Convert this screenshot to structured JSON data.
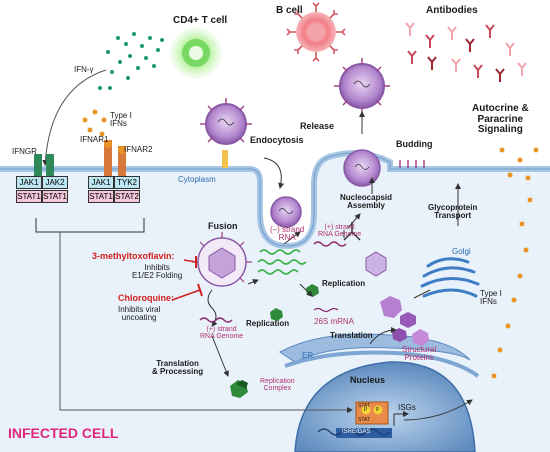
{
  "cells": {
    "t_cell": "CD4+ T cell",
    "b_cell": "B cell",
    "antibodies": "Antibodies",
    "infected_cell": "INFECTED CELL"
  },
  "signals": {
    "ifn_gamma": "IFN-γ",
    "type1_ifns": "Type I\nIFNs",
    "type1_ifns_right": "Type I\nIFNs",
    "autocrine": "Autocrine &\nParacrine\nSignaling"
  },
  "receptors": {
    "ifngr": "IFNGR",
    "ifnar1": "IFNAR1",
    "ifnar2": "IFNAR2",
    "jak1_a": "JAK1",
    "jak2": "JAK2",
    "stat1_a": "STAT1",
    "stat1_b": "STAT1",
    "jak1_b": "JAK1",
    "tyk2": "TYK2",
    "stat1_c": "STAT1",
    "stat2": "STAT2"
  },
  "compartments": {
    "cytoplasm": "Cytoplasm",
    "er": "ER",
    "nucleus": "Nucleus",
    "golgi": "Golgi"
  },
  "steps": {
    "release": "Release",
    "endocytosis": "Endocytosis",
    "budding": "Budding",
    "fusion": "Fusion",
    "nucleocapsid": "Nucleocapsid\nAssembly",
    "glycoprotein": "Glycoprotein\nTransport",
    "replication_top": "Replication",
    "replication_mid": "Replication",
    "translation": "Translation",
    "translation_processing": "Translation\n& Processing"
  },
  "rna": {
    "minus_strand": "(–) strand\nRNA",
    "plus_strand_genome_top": "(+) strand\nRNA Genome",
    "plus_strand_genome_left": "(+) strand\nRNA Genome",
    "mrna_26s": "26S mRNA",
    "replication_complex": "Replication\nComplex",
    "structural_proteins": "Structural\nProteins"
  },
  "drugs": {
    "drug1_name": "3-methyltoxoflavin:",
    "drug1_effect": "Inhibits\nE1/E2 Folding",
    "drug2_name": "Chloroquine:",
    "drug2_effect": "Inhibits viral\nuncoating"
  },
  "nuclear": {
    "stat_a": "STAT",
    "stat_b": "STAT",
    "p_a": "P",
    "p_b": "P",
    "isre": "ISRE/GAS",
    "isgs": "ISGs"
  },
  "colors": {
    "membrane": "#a8c6e4",
    "cytoplasm_fill": "#e9f2fa",
    "virus": "#8a5aa8",
    "virus_spike": "#9c3d7e",
    "rna_green": "#3fb34f",
    "ifn_orange": "#e89525",
    "t_cell_green": "#7be07b",
    "b_cell_red": "#f3878b",
    "antibody_red": "#c8485a",
    "drug_red": "#d0211e",
    "infected_pink": "#e0267c"
  }
}
